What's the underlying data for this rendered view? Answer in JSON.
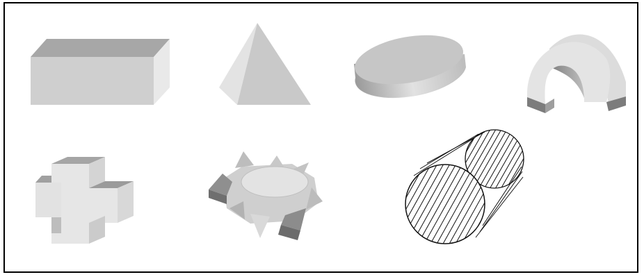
{
  "colors": {
    "border": "#000000",
    "background": "#ffffff",
    "face_light": "#e6e6e6",
    "face_mid": "#cfcfcf",
    "face_dark": "#a9a9a9",
    "face_darker": "#8d8d8d",
    "hatch": "#111111"
  },
  "shapes": [
    {
      "name": "rectangular-prism"
    },
    {
      "name": "triangular-pyramid"
    },
    {
      "name": "elliptical-disc"
    },
    {
      "name": "arch"
    },
    {
      "name": "cross-block"
    },
    {
      "name": "gear"
    },
    {
      "name": "hatched-cylinder"
    }
  ]
}
